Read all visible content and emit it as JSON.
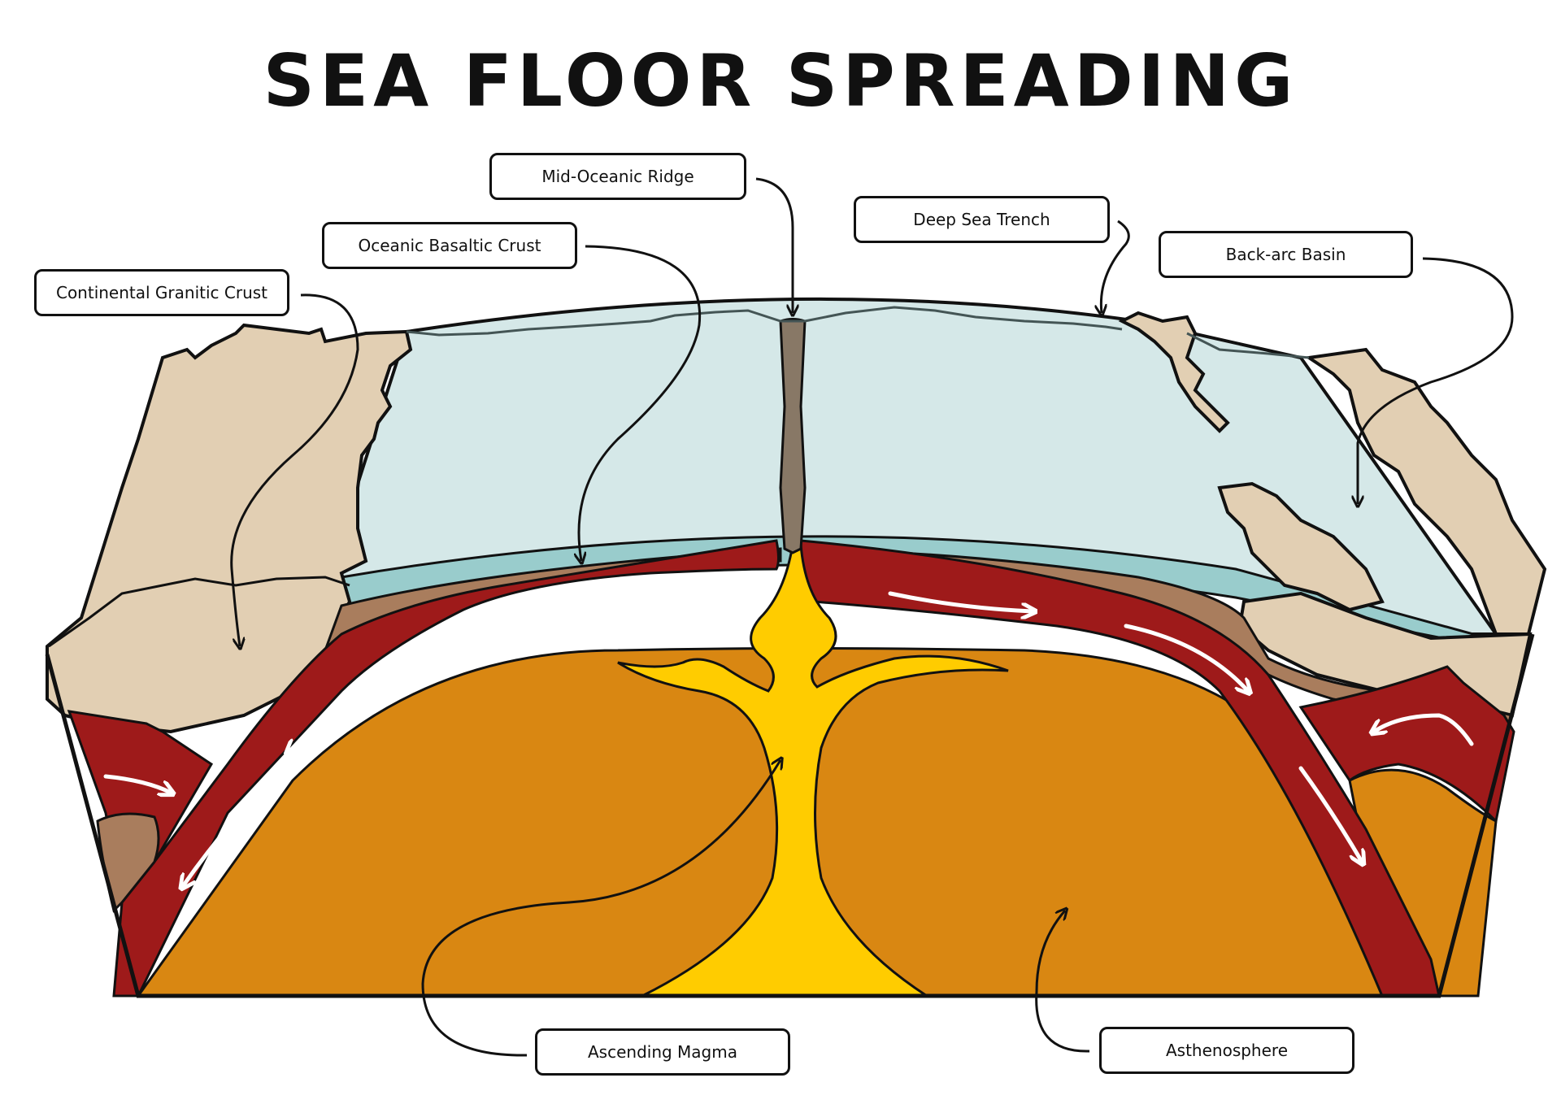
{
  "title": "SEA FLOOR SPREADING",
  "labels": {
    "mid_oceanic_ridge": "Mid-Oceanic Ridge",
    "oceanic_basaltic_crust": "Oceanic Basaltic Crust",
    "continental_granitic_crust": "Continental Granitic Crust",
    "deep_sea_trench": "Deep Sea Trench",
    "back_arc_basin": "Back-arc Basin",
    "ascending_magma": "Ascending Magma",
    "asthenosphere": "Asthenosphere"
  },
  "colors": {
    "ocean": "#d5e8e8",
    "seafloor_water": "#99cccc",
    "continental_crust": "#e2cfb3",
    "sediment": "#a97d5d",
    "lithosphere": "#9e1a1a",
    "asthenosphere": "#d98712",
    "magma": "#ffcc00",
    "outline": "#111111"
  }
}
